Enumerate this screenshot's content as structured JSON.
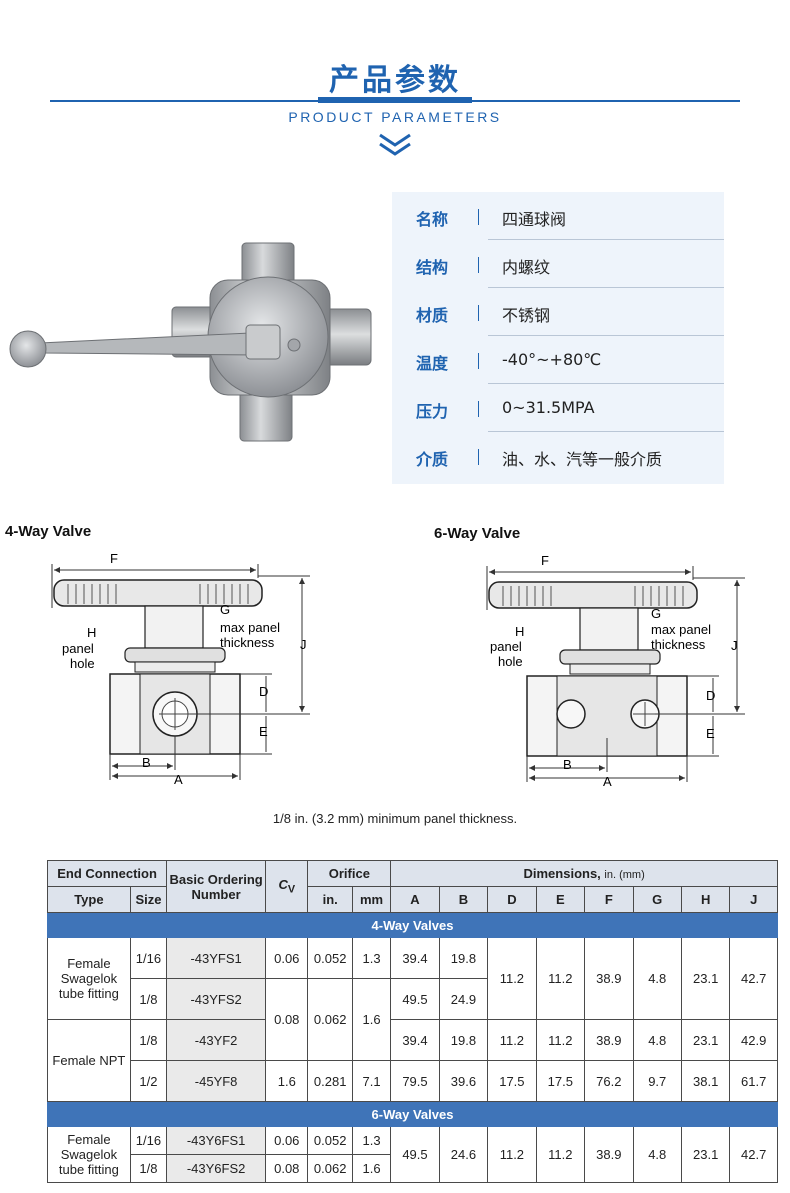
{
  "header": {
    "title": "产品参数",
    "subtitle": "PRODUCT PARAMETERS"
  },
  "specs": [
    {
      "label": "名称",
      "value": "四通球阀"
    },
    {
      "label": "结构",
      "value": "内螺纹"
    },
    {
      "label": "材质",
      "value": "不锈钢"
    },
    {
      "label": "温度",
      "value": "-40°~+80℃"
    },
    {
      "label": "压力",
      "value": "0~31.5MPA"
    },
    {
      "label": "介质",
      "value": "油、水、汽等一般介质"
    }
  ],
  "diagrams": {
    "four_way_title": "4-Way Valve",
    "six_way_title": "6-Way Valve",
    "labels": {
      "F": "F",
      "G": "G",
      "max_panel": "max panel",
      "thickness": "thickness",
      "H": "H",
      "panel": "panel",
      "hole": "hole",
      "J": "J",
      "D": "D",
      "E": "E",
      "B": "B",
      "A": "A"
    },
    "note": "1/8 in. (3.2 mm) minimum panel thickness."
  },
  "table": {
    "headers": {
      "end_connection": "End Connection",
      "basic_ordering_number": "Basic Ordering Number",
      "cv": "C",
      "cv_sub": "V",
      "orifice": "Orifice",
      "dimensions": "Dimensions,",
      "dimensions_unit": "in. (mm)",
      "type": "Type",
      "size": "Size",
      "in": "in.",
      "mm": "mm",
      "A": "A",
      "B": "B",
      "D": "D",
      "E": "E",
      "F": "F",
      "G": "G",
      "H": "H",
      "J": "J"
    },
    "sections": {
      "four_way": "4-Way Valves",
      "six_way": "6-Way Valves"
    },
    "types": {
      "female_swagelok": "Female Swagelok tube fitting",
      "female_npt": "Female NPT"
    },
    "rows": [
      {
        "size": "1/16",
        "order": "-43YFS1",
        "cv": "0.06",
        "in": "0.052",
        "mm": "1.3",
        "A": "39.4",
        "B": "19.8"
      },
      {
        "size": "1/8",
        "order": "-43YFS2",
        "cv": "0.08",
        "in": "0.062",
        "mm": "1.6",
        "A": "49.5",
        "B": "24.9"
      },
      {
        "size": "1/8",
        "order": "-43YF2",
        "A": "39.4",
        "B": "19.8",
        "D": "11.2",
        "E": "11.2",
        "F": "38.9",
        "G": "4.8",
        "H": "23.1",
        "J": "42.9"
      },
      {
        "size": "1/2",
        "order": "-45YF8",
        "cv": "1.6",
        "in": "0.281",
        "mm": "7.1",
        "A": "79.5",
        "B": "39.6",
        "D": "17.5",
        "E": "17.5",
        "F": "76.2",
        "G": "9.7",
        "H": "38.1",
        "J": "61.7"
      },
      {
        "size": "1/16",
        "order": "-43Y6FS1",
        "cv": "0.06",
        "in": "0.052",
        "mm": "1.3"
      },
      {
        "size": "1/8",
        "order": "-43Y6FS2",
        "cv": "0.08",
        "in": "0.062",
        "mm": "1.6"
      }
    ],
    "four_way_shared": {
      "D": "11.2",
      "E": "11.2",
      "F": "38.9",
      "G": "4.8",
      "H": "23.1",
      "J": "42.7"
    },
    "six_way_shared": {
      "A": "49.5",
      "B": "24.6",
      "D": "11.2",
      "E": "11.2",
      "F": "38.9",
      "G": "4.8",
      "H": "23.1",
      "J": "42.7"
    }
  },
  "colors": {
    "accent": "#1f63b0",
    "section_bar": "#3f74b8",
    "header_bg": "#dde3ec",
    "spec_bg": "#eef4fb"
  }
}
